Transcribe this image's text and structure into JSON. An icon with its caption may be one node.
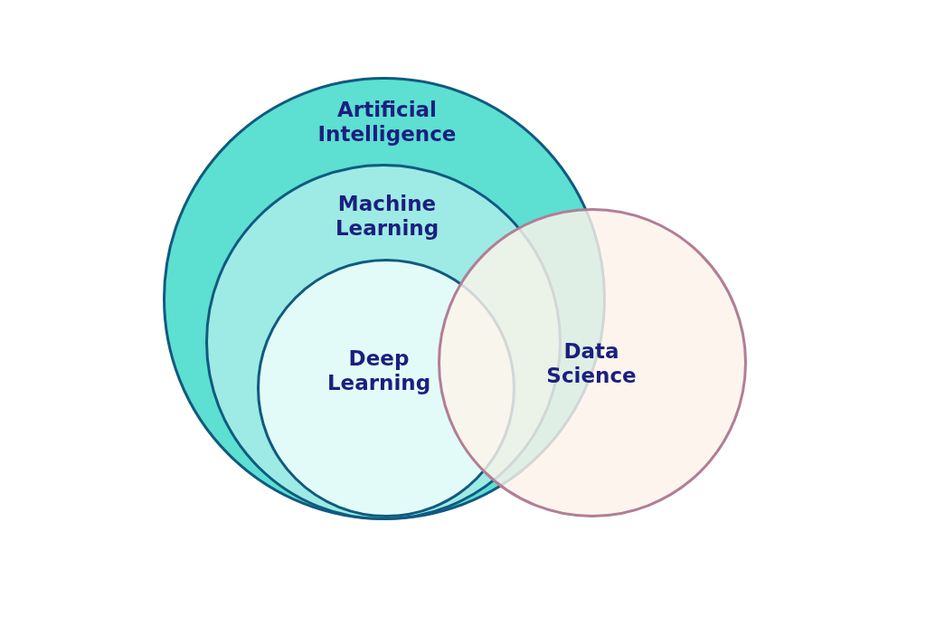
{
  "diagram": {
    "nodes": [
      {
        "text": [
          "Artificial Intelligence"
        ]
      },
      {
        "text": [
          "Machine Learning"
        ],
        "in": 0
      },
      {
        "text": [
          "Deep Learning"
        ],
        "in": 1
      },
      {
        "text": [
          "Data Science"
        ]
      }
    ]
  }
}
